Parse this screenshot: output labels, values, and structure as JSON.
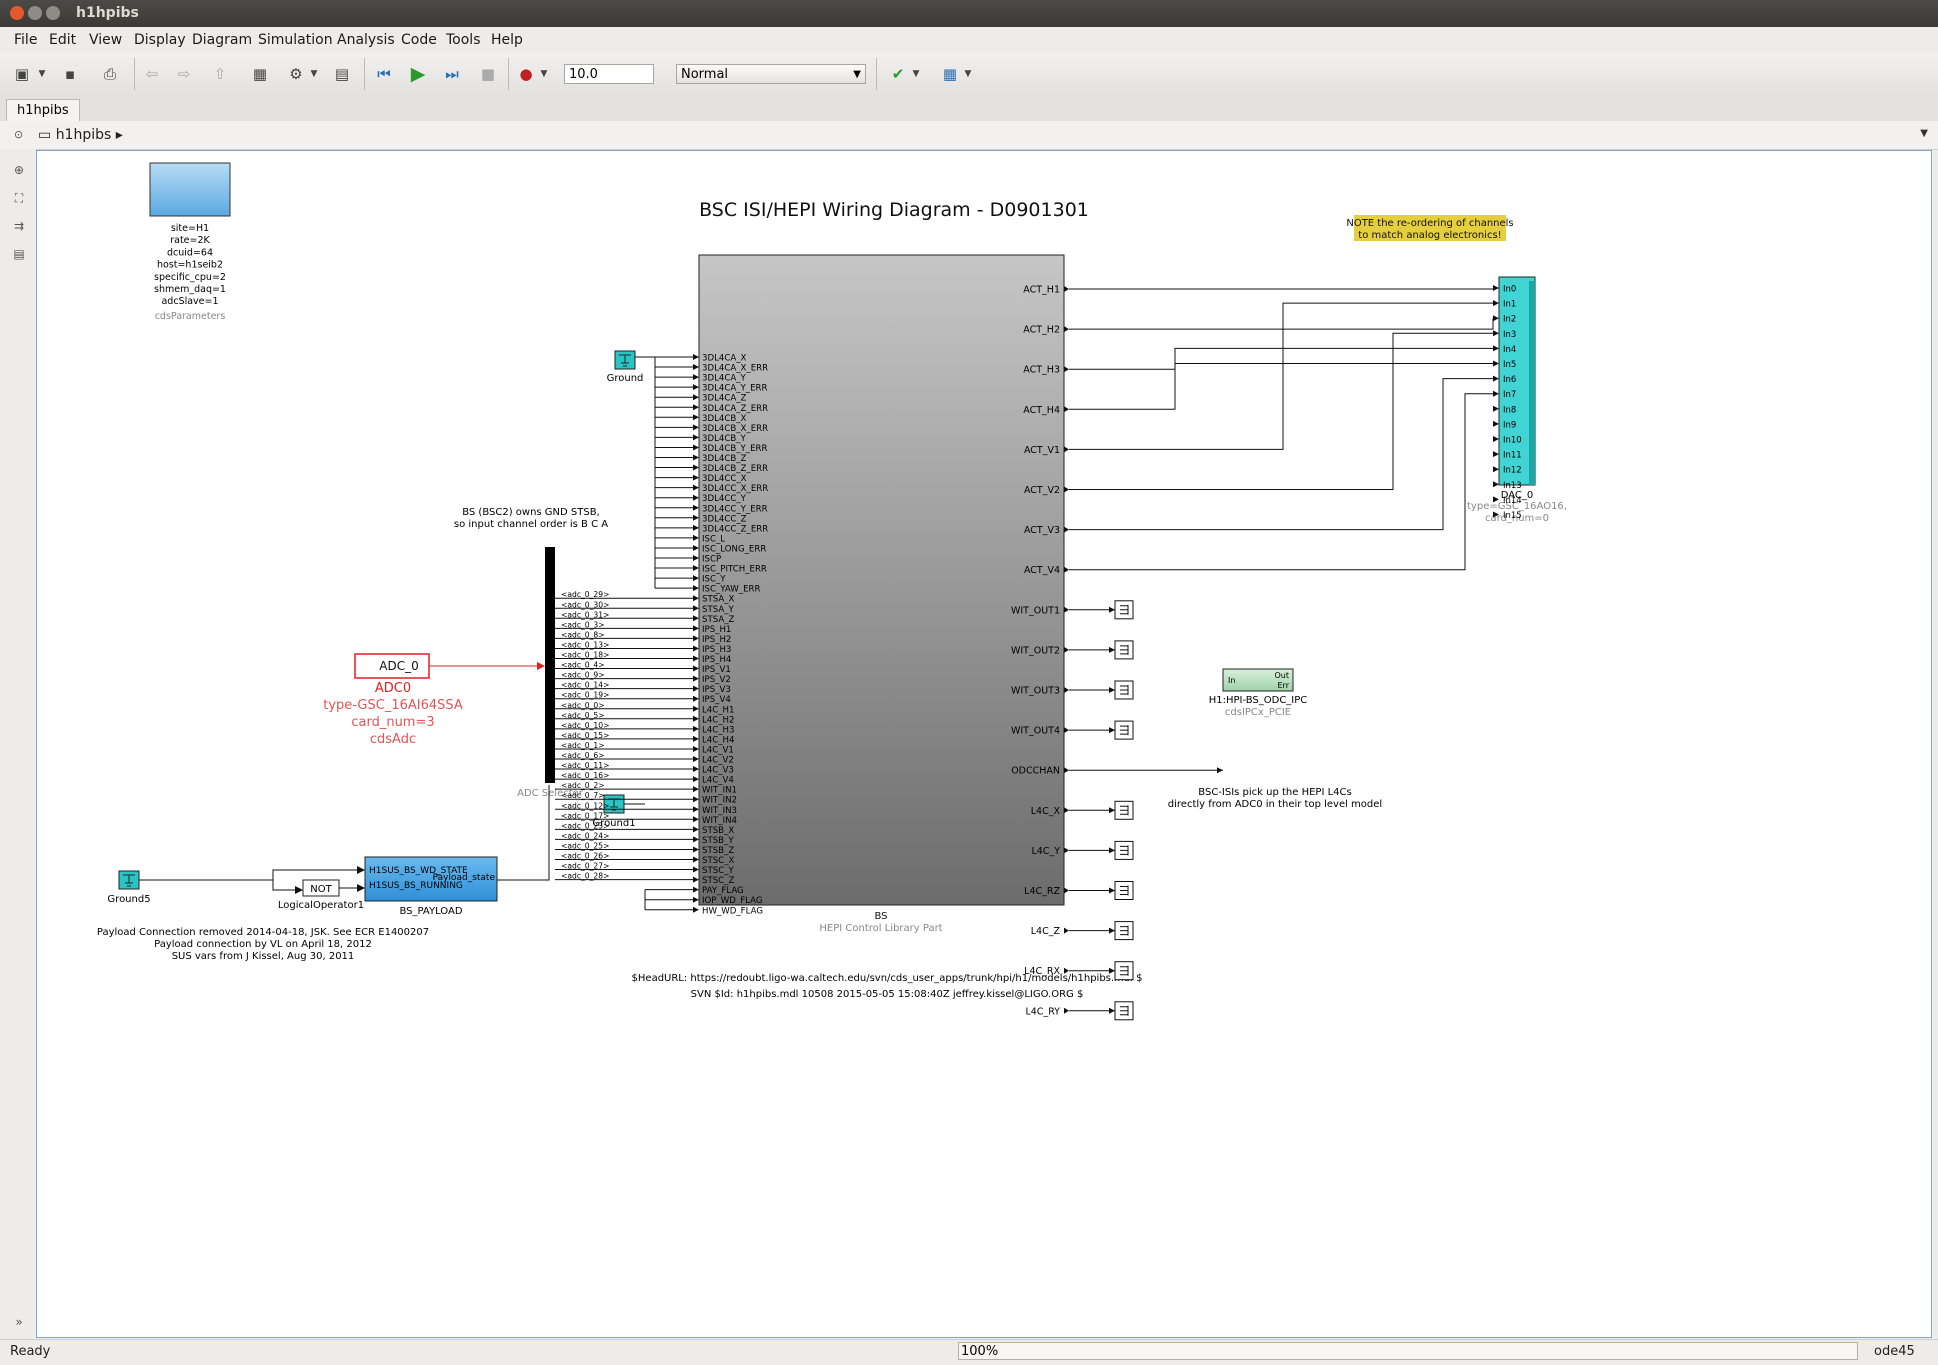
{
  "window": {
    "title": "h1hpibs"
  },
  "menu": [
    "File",
    "Edit",
    "View",
    "Display",
    "Diagram",
    "Simulation",
    "Analysis",
    "Code",
    "Tools",
    "Help"
  ],
  "toolbar": {
    "stop_time": "10.0",
    "sim_mode": "Normal"
  },
  "tab": {
    "label": "h1hpibs"
  },
  "breadcrumb": {
    "model": "h1hpibs"
  },
  "status": {
    "left": "Ready",
    "zoom": "100%",
    "solver": "ode45"
  },
  "diagram": {
    "title": "BSC ISI/HEPI Wiring Diagram - D0901301",
    "note": [
      "NOTE the re-ordering of channels",
      "to match analog electronics!"
    ],
    "params": {
      "lines": [
        "site=H1",
        "rate=2K",
        "dcuid=64",
        "host=h1seib2",
        "specific_cpu=2",
        "shmem_daq=1",
        "adcSlave=1"
      ],
      "caption": "cdsParameters"
    },
    "gnd_note": [
      "BS (BSC2) owns GND STSB,",
      "so input channel order is B C A"
    ],
    "bs_block": {
      "name": "BS",
      "caption": "HEPI Control Library Part",
      "inputs_ground": [
        "3DL4CA_X",
        "3DL4CA_X_ERR",
        "3DL4CA_Y",
        "3DL4CA_Y_ERR",
        "3DL4CA_Z",
        "3DL4CA_Z_ERR",
        "3DL4CB_X",
        "3DL4CB_X_ERR",
        "3DL4CB_Y",
        "3DL4CB_Y_ERR",
        "3DL4CB_Z",
        "3DL4CB_Z_ERR",
        "3DL4CC_X",
        "3DL4CC_X_ERR",
        "3DL4CC_Y",
        "3DL4CC_Y_ERR",
        "3DL4CC_Z",
        "3DL4CC_Z_ERR",
        "ISC_L",
        "ISC_LONG_ERR",
        "ISCP",
        "ISC_PITCH_ERR",
        "ISC_Y",
        "ISC_YAW_ERR"
      ],
      "inputs_adc": [
        "STSA_X",
        "STSA_Y",
        "STSA_Z",
        "IPS_H1",
        "IPS_H2",
        "IPS_H3",
        "IPS_H4",
        "IPS_V1",
        "IPS_V2",
        "IPS_V3",
        "IPS_V4",
        "L4C_H1",
        "L4C_H2",
        "L4C_H3",
        "L4C_H4",
        "L4C_V1",
        "L4C_V2",
        "L4C_V3",
        "L4C_V4",
        "WIT_IN1",
        "WIT_IN2",
        "WIT_IN3",
        "WIT_IN4",
        "STSB_X",
        "STSB_Y",
        "STSB_Z",
        "STSC_X",
        "STSC_Y",
        "STSC_Z"
      ],
      "inputs_ground1": [
        "PAY_FLAG",
        "IOP_WD_FLAG",
        "HW_WD_FLAG"
      ],
      "outputs": [
        "ACT_H1",
        "ACT_H2",
        "ACT_H3",
        "ACT_H4",
        "ACT_V1",
        "ACT_V2",
        "ACT_V3",
        "ACT_V4",
        "WIT_OUT1",
        "WIT_OUT2",
        "WIT_OUT3",
        "WIT_OUT4",
        "ODCCHAN",
        "L4C_X",
        "L4C_Y",
        "L4C_RZ",
        "L4C_Z",
        "L4C_RX",
        "L4C_RY"
      ]
    },
    "adc_selector": {
      "caption": "ADC Selector",
      "signals": [
        "<adc_0_29>",
        "<adc_0_30>",
        "<adc_0_31>",
        "<adc_0_3>",
        "<adc_0_8>",
        "<adc_0_13>",
        "<adc_0_18>",
        "<adc_0_4>",
        "<adc_0_9>",
        "<adc_0_14>",
        "<adc_0_19>",
        "<adc_0_0>",
        "<adc_0_5>",
        "<adc_0_10>",
        "<adc_0_15>",
        "<adc_0_1>",
        "<adc_0_6>",
        "<adc_0_11>",
        "<adc_0_16>",
        "<adc_0_2>",
        "<adc_0_7>",
        "<adc_0_12>",
        "<adc_0_17>",
        "<adc_0_23>",
        "<adc_0_24>",
        "<adc_0_25>",
        "<adc_0_26>",
        "<adc_0_27>",
        "<adc_0_28>"
      ]
    },
    "adc0": {
      "block_label": "ADC_0",
      "lines": [
        "ADC0",
        "type-GSC_16AI64SSA",
        "card_num=3",
        "cdsAdc"
      ]
    },
    "dac": {
      "name": "DAC_0",
      "inputs": [
        "In0",
        "In1",
        "In2",
        "In3",
        "In4",
        "In5",
        "In6",
        "In7",
        "In8",
        "In9",
        "In10",
        "In11",
        "In12",
        "In13",
        "In14",
        "In15"
      ],
      "params": [
        "type=GSC_16AO16,",
        "card_num=0"
      ]
    },
    "ipc": {
      "name": "H1:HPI-BS_ODC_IPC",
      "caption": "cdsIPCx_PCIE",
      "in": "In",
      "out": "Out",
      "err": "Err"
    },
    "grounds": {
      "g0": "Ground",
      "g1": "Ground1",
      "g5": "Ground5"
    },
    "logic": {
      "label": "NOT",
      "caption": "LogicalOperator1"
    },
    "payload": {
      "name": "BS_PAYLOAD",
      "line1": "H1SUS_BS_WD_STATE",
      "line2": "H1SUS_BS_RUNNING",
      "out": "Payload_state"
    },
    "payload_notes": [
      "Payload Connection removed 2014-04-18, JSK. See ECR E1400207",
      "Payload connection by VL on April 18, 2012",
      "SUS vars from J Kissel, Aug 30, 2011"
    ],
    "l4c_note": [
      "BSC-ISIs pick up the HEPI L4Cs",
      "directly from ADC0 in their top level model"
    ],
    "svn": [
      "$HeadURL: https://redoubt.ligo-wa.caltech.edu/svn/cds_user_apps/trunk/hpi/h1/models/h1hpibs.mdl $",
      "SVN $Id: h1hpibs.mdl 10508 2015-05-05 15:08:40Z jeffrey.kissel@LIGO.ORG $"
    ]
  },
  "colors": {
    "accent": "#7fa6d6",
    "ground": "#2bc4c4",
    "dac": "#40d4d4",
    "adc": "#e02020",
    "note_bg": "#e6cf3c"
  }
}
